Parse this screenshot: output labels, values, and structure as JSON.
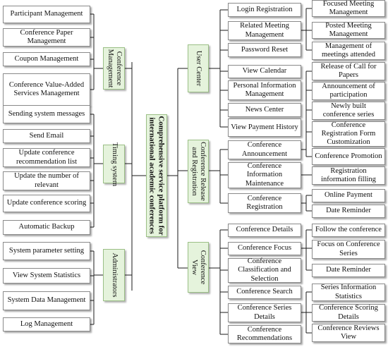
{
  "center": {
    "line1": "Comprehensive service platform for",
    "line2": "international academic conferences"
  },
  "left_groups": {
    "conference_management": {
      "label_line1": "Conference",
      "label_line2": "Management"
    },
    "timing_system": {
      "label": "Timing system"
    },
    "administrators": {
      "label": "Administrators"
    }
  },
  "right_groups": {
    "user_center": {
      "label": "User Center"
    },
    "release_registration": {
      "label_line1": "Conference Release",
      "label_line2": "and Registration"
    },
    "conference_view": {
      "label_line1": "Conference",
      "label_line2": "View"
    }
  },
  "left_items": [
    "Participant Management",
    "Conference Paper Management",
    "Coupon Management",
    "Conference Value-Added Services Management",
    "Sending system messages",
    "Send Email",
    "Update conference recommendation list",
    "Update the number of relevant",
    "Update conference scoring",
    "Automatic Backup",
    "System parameter setting",
    "View System Statistics",
    "System Data Management",
    "Log Management"
  ],
  "mid_items": [
    "Login Registration",
    "Related Meeting Management",
    "Password Reset",
    "View Calendar",
    "Personal Information Management",
    "News Center",
    "View Payment History",
    "Conference Announcement",
    "Conference Information Maintenance",
    "Conference Registration",
    "Conference Details",
    "Conference Focus",
    "Conference Classification and Selection",
    "Conference Search",
    "Conference Series Details",
    "Conference Recommendations"
  ],
  "far_items": [
    "Focused Meeting Management",
    "Posted Meeting Management",
    "Management of meetings attended",
    "Release of Call for Papers",
    "Announcement of participation",
    "Newly built conference series",
    "Conference Registration Form Customization",
    "Conference Promotion",
    "Registration information filling",
    "Online Payment",
    "Date Reminder",
    "Follow the conference",
    "Focus on Conference Series",
    "Date Reminder",
    "Series Information Statistics",
    "Conference Scoring Details",
    "Conference Reviews View"
  ]
}
